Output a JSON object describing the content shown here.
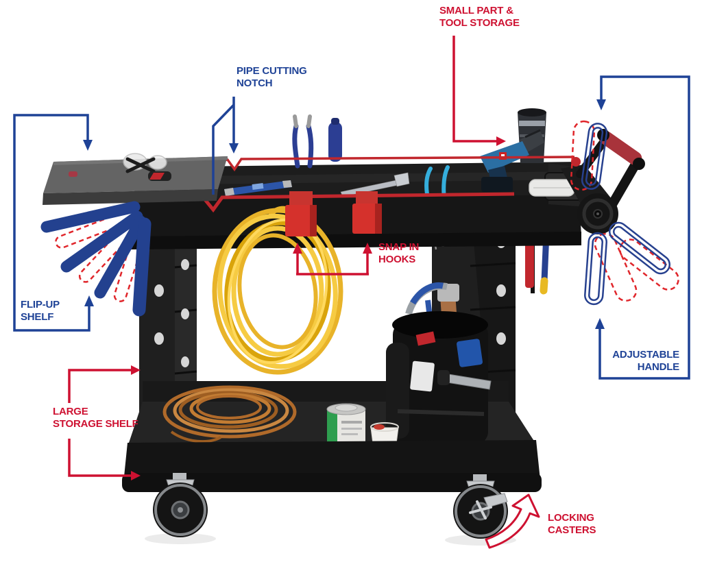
{
  "diagram_type": "product-feature-callout-diagram",
  "product": "utility-cart",
  "callouts": {
    "small_part_tool_storage": {
      "line1": "SMALL PART &",
      "line2": "TOOL STORAGE",
      "color": "#CE1131"
    },
    "pipe_cutting_notch": {
      "line1": "PIPE CUTTING",
      "line2": "NOTCH",
      "color": "#1E4296"
    },
    "flip_up_shelf": {
      "line1": "FLIP-UP",
      "line2": "SHELF",
      "color": "#1E4296"
    },
    "snap_in_hooks": {
      "line1": "SNAP IN",
      "line2": "HOOKS",
      "color": "#CE1131"
    },
    "large_storage_shelf": {
      "line1": "LARGE",
      "line2": "STORAGE SHELF",
      "color": "#CE1131"
    },
    "adjustable_handle": {
      "line1": "ADJUSTABLE",
      "line2": "HANDLE",
      "color": "#1E4296"
    },
    "locking_casters": {
      "line1": "LOCKING",
      "line2": "CASTERS",
      "color": "#CE1131"
    }
  },
  "colors": {
    "background": "#FFFFFF",
    "callout_red": "#CE1131",
    "callout_blue": "#1E4296",
    "motion_fan_blue": "#23418F",
    "dashed_outline_red": "#E0262B",
    "trim_red": "#C1272D",
    "hook_red": "#D5312C",
    "cart_dark": "#1B1B1B",
    "flip_shelf_gray": "#646464",
    "cord_yellow": "#F2C14E",
    "copper_coil": "#B5722F",
    "caster_silver": "#C6C9CC",
    "drill_blue": "#2B6FA3",
    "cyan_pliers": "#35AEDC",
    "can_green": "#2E9E4F"
  },
  "depicted_items": [
    "utility-cart",
    "flip-up-shelf",
    "pipe-cutting-notch",
    "snap-in-hooks",
    "extension-cord-coil",
    "power-drill",
    "travel-mug",
    "parts-box",
    "standing-pliers",
    "screwdriver",
    "level",
    "adjustable-wrench",
    "cyan-pliers",
    "tool-bag",
    "copper-tubing-coil",
    "solvent-can",
    "paper-cup",
    "locking-casters",
    "adjustable-handle",
    "bar-clamp",
    "hanging-screwdriver"
  ]
}
